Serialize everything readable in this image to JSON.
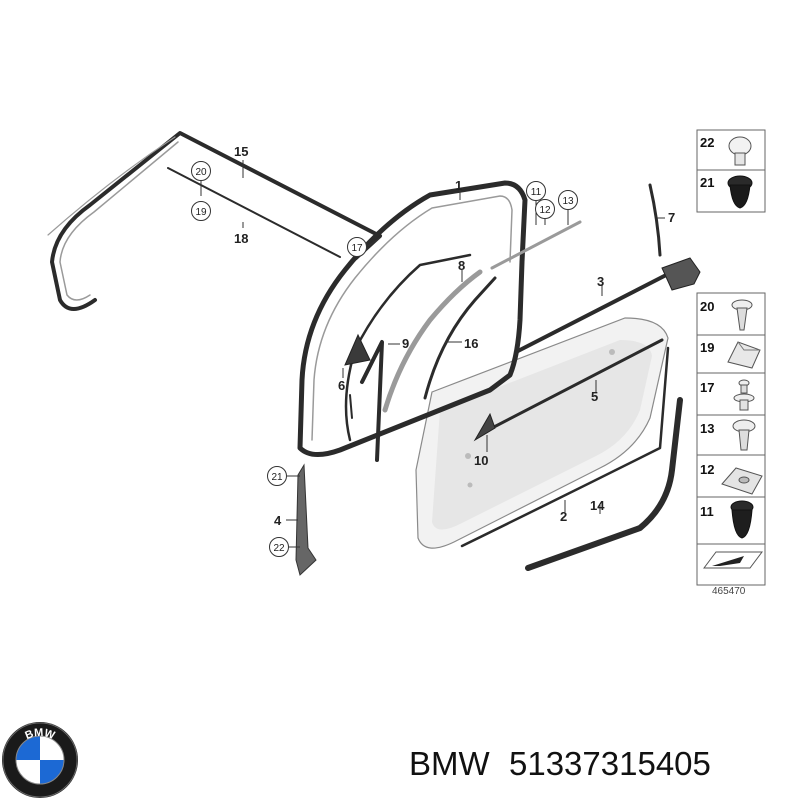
{
  "callouts": {
    "c1": "1",
    "c2": "2",
    "c3": "3",
    "c4": "4",
    "c5": "5",
    "c6": "6",
    "c7": "7",
    "c8": "8",
    "c9": "9",
    "c10": "10",
    "c11": "11",
    "c12": "12",
    "c13": "13",
    "c14": "14",
    "c15": "15",
    "c16": "16",
    "c17": "17",
    "c18": "18",
    "c19": "19",
    "c20": "20",
    "c21": "21",
    "c22": "22"
  },
  "legend": {
    "top": [
      "22",
      "21"
    ],
    "side": [
      "20",
      "19",
      "17",
      "13",
      "12",
      "11"
    ]
  },
  "reference_number": "465470",
  "caption": {
    "brand": "BMW",
    "part_number": "51337315405"
  },
  "logo": {
    "text": "BMW",
    "colors": {
      "ring": "#1a1a1a",
      "blue": "#1c69d4",
      "white": "#ffffff"
    }
  },
  "colors": {
    "line": "#2b2b2b",
    "door_panel": "#f1f1f1",
    "seal_dark": "#3a3a3a"
  }
}
